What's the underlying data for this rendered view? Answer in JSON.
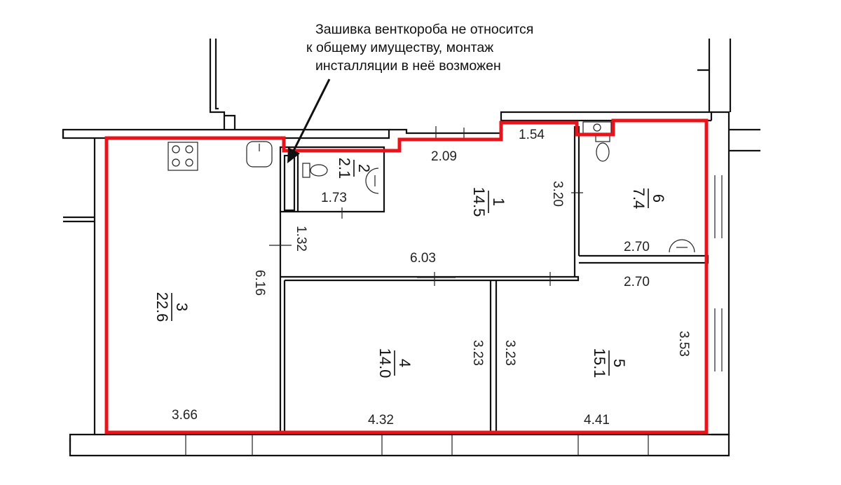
{
  "annotation": {
    "lines": [
      "Зашивка венткороба не относится",
      "к общему имуществу, монтаж",
      "инсталляции в неё возможен"
    ]
  },
  "rooms": [
    {
      "id": "room-1",
      "number": "1",
      "area": "14.5"
    },
    {
      "id": "room-2",
      "number": "2",
      "area": "2.1"
    },
    {
      "id": "room-3",
      "number": "3",
      "area": "22.6"
    },
    {
      "id": "room-4",
      "number": "4",
      "area": "14.0"
    },
    {
      "id": "room-5",
      "number": "5",
      "area": "15.1"
    },
    {
      "id": "room-6",
      "number": "6",
      "area": "7.4"
    }
  ],
  "dimensions": {
    "d_154": "1.54",
    "d_209": "2.09",
    "d_173": "1.73",
    "d_320": "3.20",
    "d_132": "1.32",
    "d_603": "6.03",
    "d_616": "6.16",
    "d_270_top": "2.70",
    "d_270_bottom": "2.70",
    "d_323_left": "3.23",
    "d_323_right": "3.23",
    "d_353": "3.53",
    "d_366": "3.66",
    "d_432": "4.32",
    "d_441": "4.41"
  },
  "colors": {
    "outline": "#e8141c",
    "walls": "#111111",
    "text": "#111111"
  },
  "icons": [
    "stove-icon",
    "sink-icon",
    "toilet-icon",
    "bathtub-icon",
    "arrow-icon"
  ]
}
